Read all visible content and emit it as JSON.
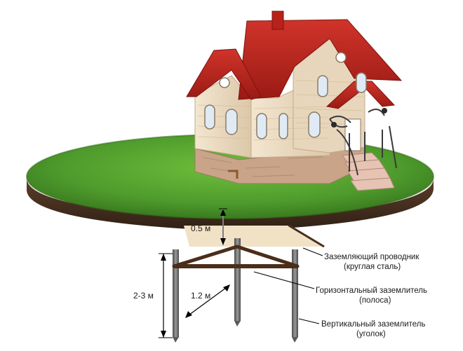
{
  "labels": {
    "depth_top": "0.5 м",
    "depth_total": "2-3 м",
    "spacing": "1.2 м",
    "conductor_line1": "Заземляющий проводник",
    "conductor_line2": "(круглая сталь)",
    "horizontal_line1": "Горизонтальный заземлитель",
    "horizontal_line2": "(полоса)",
    "vertical_line1": "Вертикальный заземлитель",
    "vertical_line2": "(уголок)"
  },
  "colors": {
    "grass": "#4e9a2c",
    "soil": "#4a3221",
    "wall": "#ecdcc3",
    "roof": "#b8221a",
    "stone": "#c9a489",
    "trench": "#f1e2c6",
    "strip": "#4a2e1a",
    "rod": "#6c6c6c"
  }
}
